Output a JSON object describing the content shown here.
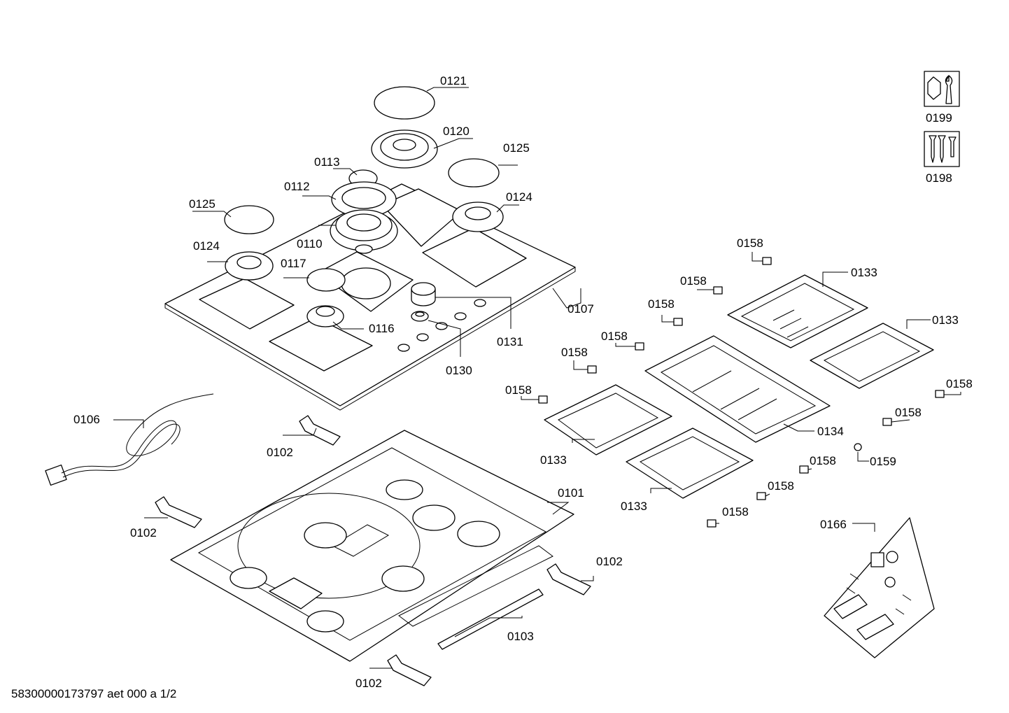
{
  "footer": "58300000173797 aet 000 a 1/2",
  "icons": [
    {
      "icon": "wrench-nut-icon",
      "label": "0199"
    },
    {
      "icon": "screws-icon",
      "label": "0198"
    }
  ],
  "labels": {
    "l0121": "0121",
    "l0120": "0120",
    "l0125a": "0125",
    "l0113": "0113",
    "l0112": "0112",
    "l0125b": "0125",
    "l0124a": "0124",
    "l0110": "0110",
    "l0124b": "0124",
    "l0117": "0117",
    "l0107": "0107",
    "l0116": "0116",
    "l0131": "0131",
    "l0130": "0130",
    "l0106": "0106",
    "l0102a": "0102",
    "l0102b": "0102",
    "l0101": "0101",
    "l0102c": "0102",
    "l0103": "0103",
    "l0102d": "0102",
    "l0158a": "0158",
    "l0158b": "0158",
    "l0158c": "0158",
    "l0158d": "0158",
    "l0158e": "0158",
    "l0158f": "0158",
    "l0158g": "0158",
    "l0158h": "0158",
    "l0158i": "0158",
    "l0158j": "0158",
    "l0158k": "0158",
    "l0133a": "0133",
    "l0133b": "0133",
    "l0133c": "0133",
    "l0133d": "0133",
    "l0134": "0134",
    "l0159": "0159",
    "l0166": "0166"
  }
}
